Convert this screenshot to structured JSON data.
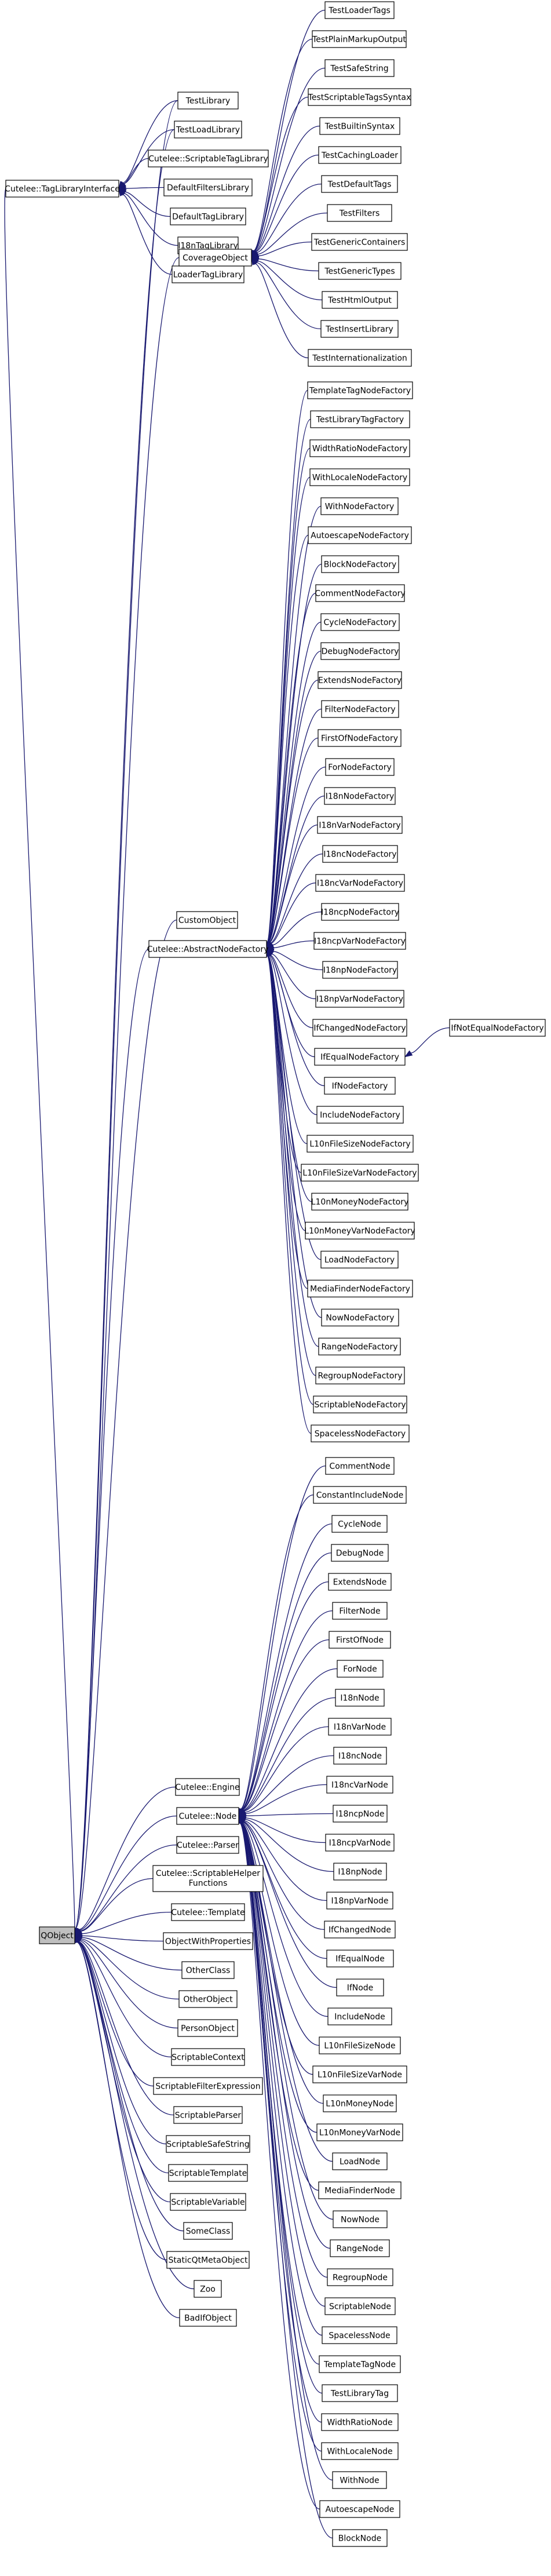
{
  "diagram": {
    "nodes": [
      {
        "id": "n0",
        "label": "Cutelee::TagLibraryInterface"
      },
      {
        "id": "n1",
        "label": "TestLibrary"
      },
      {
        "id": "n2",
        "label": "TestLoadLibrary"
      },
      {
        "id": "n3",
        "label": "Cutelee::ScriptableTagLibrary"
      },
      {
        "id": "n4",
        "label": "DefaultFiltersLibrary"
      },
      {
        "id": "n5",
        "label": "DefaultTagLibrary"
      },
      {
        "id": "n6",
        "label": "I18nTagLibrary"
      },
      {
        "id": "n7",
        "label": "LoaderTagLibrary"
      },
      {
        "id": "n8",
        "label": "CoverageObject"
      },
      {
        "id": "n9",
        "label": "TestLoaderTags"
      },
      {
        "id": "n10",
        "label": "TestPlainMarkupOutput"
      },
      {
        "id": "n11",
        "label": "TestSafeString"
      },
      {
        "id": "n12",
        "label": "TestScriptableTagsSyntax"
      },
      {
        "id": "n13",
        "label": "TestBuiltinSyntax"
      },
      {
        "id": "n14",
        "label": "TestCachingLoader"
      },
      {
        "id": "n15",
        "label": "TestDefaultTags"
      },
      {
        "id": "n16",
        "label": "TestFilters"
      },
      {
        "id": "n17",
        "label": "TestGenericContainers"
      },
      {
        "id": "n18",
        "label": "TestGenericTypes"
      },
      {
        "id": "n19",
        "label": "TestHtmlOutput"
      },
      {
        "id": "n20",
        "label": "TestInsertLibrary"
      },
      {
        "id": "n21",
        "label": "TestInternationalization"
      },
      {
        "id": "n22",
        "label": "CustomObject"
      },
      {
        "id": "n23",
        "label": "Cutelee::AbstractNodeFactory"
      },
      {
        "id": "n24",
        "label": "TemplateTagNodeFactory"
      },
      {
        "id": "n25",
        "label": "TestLibraryTagFactory"
      },
      {
        "id": "n26",
        "label": "WidthRatioNodeFactory"
      },
      {
        "id": "n27",
        "label": "WithLocaleNodeFactory"
      },
      {
        "id": "n28",
        "label": "WithNodeFactory"
      },
      {
        "id": "n29",
        "label": "AutoescapeNodeFactory"
      },
      {
        "id": "n30",
        "label": "BlockNodeFactory"
      },
      {
        "id": "n31",
        "label": "CommentNodeFactory"
      },
      {
        "id": "n32",
        "label": "CycleNodeFactory"
      },
      {
        "id": "n33",
        "label": "DebugNodeFactory"
      },
      {
        "id": "n34",
        "label": "ExtendsNodeFactory"
      },
      {
        "id": "n35",
        "label": "FilterNodeFactory"
      },
      {
        "id": "n36",
        "label": "FirstOfNodeFactory"
      },
      {
        "id": "n37",
        "label": "ForNodeFactory"
      },
      {
        "id": "n38",
        "label": "I18nNodeFactory"
      },
      {
        "id": "n39",
        "label": "I18nVarNodeFactory"
      },
      {
        "id": "n40",
        "label": "I18ncNodeFactory"
      },
      {
        "id": "n41",
        "label": "I18ncVarNodeFactory"
      },
      {
        "id": "n42",
        "label": "I18ncpNodeFactory"
      },
      {
        "id": "n43",
        "label": "I18ncpVarNodeFactory"
      },
      {
        "id": "n44",
        "label": "I18npNodeFactory"
      },
      {
        "id": "n45",
        "label": "I18npVarNodeFactory"
      },
      {
        "id": "n46",
        "label": "IfChangedNodeFactory"
      },
      {
        "id": "n47",
        "label": "IfEqualNodeFactory"
      },
      {
        "id": "n48",
        "label": "IfNotEqualNodeFactory"
      },
      {
        "id": "n49",
        "label": "IfNodeFactory"
      },
      {
        "id": "n50",
        "label": "IncludeNodeFactory"
      },
      {
        "id": "n51",
        "label": "L10nFileSizeNodeFactory"
      },
      {
        "id": "n52",
        "label": "L10nFileSizeVarNodeFactory"
      },
      {
        "id": "n53",
        "label": "L10nMoneyNodeFactory"
      },
      {
        "id": "n54",
        "label": "L10nMoneyVarNodeFactory"
      },
      {
        "id": "n55",
        "label": "LoadNodeFactory"
      },
      {
        "id": "n56",
        "label": "MediaFinderNodeFactory"
      },
      {
        "id": "n57",
        "label": "NowNodeFactory"
      },
      {
        "id": "n58",
        "label": "RangeNodeFactory"
      },
      {
        "id": "n59",
        "label": "RegroupNodeFactory"
      },
      {
        "id": "n60",
        "label": "ScriptableNodeFactory"
      },
      {
        "id": "n61",
        "label": "SpacelessNodeFactory"
      },
      {
        "id": "n62",
        "label": "QObject"
      },
      {
        "id": "n63",
        "label": "Cutelee::Engine"
      },
      {
        "id": "n64",
        "label": "Cutelee::Node"
      },
      {
        "id": "n65",
        "label": "Cutelee::Parser"
      },
      {
        "id": "n66",
        "label": "Cutelee::ScriptableHelper",
        "label2": "Functions"
      },
      {
        "id": "n67",
        "label": "Cutelee::Template"
      },
      {
        "id": "n68",
        "label": "ObjectWithProperties"
      },
      {
        "id": "n69",
        "label": "OtherClass"
      },
      {
        "id": "n70",
        "label": "OtherObject"
      },
      {
        "id": "n71",
        "label": "PersonObject"
      },
      {
        "id": "n72",
        "label": "ScriptableContext"
      },
      {
        "id": "n73",
        "label": "ScriptableFilterExpression"
      },
      {
        "id": "n74",
        "label": "ScriptableParser"
      },
      {
        "id": "n75",
        "label": "ScriptableSafeString"
      },
      {
        "id": "n76",
        "label": "ScriptableTemplate"
      },
      {
        "id": "n77",
        "label": "ScriptableVariable"
      },
      {
        "id": "n78",
        "label": "SomeClass"
      },
      {
        "id": "n79",
        "label": "StaticQtMetaObject"
      },
      {
        "id": "n80",
        "label": "Zoo"
      },
      {
        "id": "n81",
        "label": "BadIfObject"
      },
      {
        "id": "n82",
        "label": "CommentNode"
      },
      {
        "id": "n83",
        "label": "ConstantIncludeNode"
      },
      {
        "id": "n84",
        "label": "CycleNode"
      },
      {
        "id": "n85",
        "label": "DebugNode"
      },
      {
        "id": "n86",
        "label": "ExtendsNode"
      },
      {
        "id": "n87",
        "label": "FilterNode"
      },
      {
        "id": "n88",
        "label": "FirstOfNode"
      },
      {
        "id": "n89",
        "label": "ForNode"
      },
      {
        "id": "n90",
        "label": "I18nNode"
      },
      {
        "id": "n91",
        "label": "I18nVarNode"
      },
      {
        "id": "n92",
        "label": "I18ncNode"
      },
      {
        "id": "n93",
        "label": "I18ncVarNode"
      },
      {
        "id": "n94",
        "label": "I18ncpNode"
      },
      {
        "id": "n95",
        "label": "I18ncpVarNode"
      },
      {
        "id": "n96",
        "label": "I18npNode"
      },
      {
        "id": "n97",
        "label": "I18npVarNode"
      },
      {
        "id": "n98",
        "label": "IfChangedNode"
      },
      {
        "id": "n99",
        "label": "IfEqualNode"
      },
      {
        "id": "n100",
        "label": "IfNode"
      },
      {
        "id": "n101",
        "label": "IncludeNode"
      },
      {
        "id": "n102",
        "label": "L10nFileSizeNode"
      },
      {
        "id": "n103",
        "label": "L10nFileSizeVarNode"
      },
      {
        "id": "n104",
        "label": "L10nMoneyNode"
      },
      {
        "id": "n105",
        "label": "L10nMoneyVarNode"
      },
      {
        "id": "n106",
        "label": "LoadNode"
      },
      {
        "id": "n107",
        "label": "MediaFinderNode"
      },
      {
        "id": "n108",
        "label": "NowNode"
      },
      {
        "id": "n109",
        "label": "RangeNode"
      },
      {
        "id": "n110",
        "label": "RegroupNode"
      },
      {
        "id": "n111",
        "label": "ScriptableNode"
      },
      {
        "id": "n112",
        "label": "SpacelessNode"
      },
      {
        "id": "n113",
        "label": "TemplateTagNode"
      },
      {
        "id": "n114",
        "label": "TestLibraryTag"
      },
      {
        "id": "n115",
        "label": "WidthRatioNode"
      },
      {
        "id": "n116",
        "label": "WithLocaleNode"
      },
      {
        "id": "n117",
        "label": "WithNode"
      },
      {
        "id": "n118",
        "label": "AutoescapeNode"
      },
      {
        "id": "n119",
        "label": "BlockNode"
      }
    ],
    "edges": [
      {
        "from": "n1",
        "to": "n0"
      },
      {
        "from": "n2",
        "to": "n0"
      },
      {
        "from": "n3",
        "to": "n0"
      },
      {
        "from": "n4",
        "to": "n0"
      },
      {
        "from": "n5",
        "to": "n0"
      },
      {
        "from": "n6",
        "to": "n0"
      },
      {
        "from": "n7",
        "to": "n0"
      },
      {
        "from": "n9",
        "to": "n8"
      },
      {
        "from": "n10",
        "to": "n8"
      },
      {
        "from": "n11",
        "to": "n8"
      },
      {
        "from": "n12",
        "to": "n8"
      },
      {
        "from": "n13",
        "to": "n8"
      },
      {
        "from": "n14",
        "to": "n8"
      },
      {
        "from": "n15",
        "to": "n8"
      },
      {
        "from": "n16",
        "to": "n8"
      },
      {
        "from": "n17",
        "to": "n8"
      },
      {
        "from": "n18",
        "to": "n8"
      },
      {
        "from": "n19",
        "to": "n8"
      },
      {
        "from": "n20",
        "to": "n8"
      },
      {
        "from": "n21",
        "to": "n8"
      },
      {
        "from": "n24",
        "to": "n23"
      },
      {
        "from": "n25",
        "to": "n23"
      },
      {
        "from": "n26",
        "to": "n23"
      },
      {
        "from": "n27",
        "to": "n23"
      },
      {
        "from": "n28",
        "to": "n23"
      },
      {
        "from": "n29",
        "to": "n23"
      },
      {
        "from": "n30",
        "to": "n23"
      },
      {
        "from": "n31",
        "to": "n23"
      },
      {
        "from": "n32",
        "to": "n23"
      },
      {
        "from": "n33",
        "to": "n23"
      },
      {
        "from": "n34",
        "to": "n23"
      },
      {
        "from": "n35",
        "to": "n23"
      },
      {
        "from": "n36",
        "to": "n23"
      },
      {
        "from": "n37",
        "to": "n23"
      },
      {
        "from": "n38",
        "to": "n23"
      },
      {
        "from": "n39",
        "to": "n23"
      },
      {
        "from": "n40",
        "to": "n23"
      },
      {
        "from": "n41",
        "to": "n23"
      },
      {
        "from": "n42",
        "to": "n23"
      },
      {
        "from": "n43",
        "to": "n23"
      },
      {
        "from": "n44",
        "to": "n23"
      },
      {
        "from": "n45",
        "to": "n23"
      },
      {
        "from": "n46",
        "to": "n23"
      },
      {
        "from": "n47",
        "to": "n23"
      },
      {
        "from": "n48",
        "to": "n47"
      },
      {
        "from": "n49",
        "to": "n23"
      },
      {
        "from": "n50",
        "to": "n23"
      },
      {
        "from": "n51",
        "to": "n23"
      },
      {
        "from": "n52",
        "to": "n23"
      },
      {
        "from": "n53",
        "to": "n23"
      },
      {
        "from": "n54",
        "to": "n23"
      },
      {
        "from": "n55",
        "to": "n23"
      },
      {
        "from": "n56",
        "to": "n23"
      },
      {
        "from": "n57",
        "to": "n23"
      },
      {
        "from": "n58",
        "to": "n23"
      },
      {
        "from": "n59",
        "to": "n23"
      },
      {
        "from": "n60",
        "to": "n23"
      },
      {
        "from": "n61",
        "to": "n23"
      },
      {
        "from": "n0",
        "to": "n62"
      },
      {
        "from": "n1",
        "to": "n62"
      },
      {
        "from": "n2",
        "to": "n62"
      },
      {
        "from": "n8",
        "to": "n62"
      },
      {
        "from": "n22",
        "to": "n62"
      },
      {
        "from": "n23",
        "to": "n62"
      },
      {
        "from": "n63",
        "to": "n62"
      },
      {
        "from": "n64",
        "to": "n62"
      },
      {
        "from": "n65",
        "to": "n62"
      },
      {
        "from": "n66",
        "to": "n62"
      },
      {
        "from": "n67",
        "to": "n62"
      },
      {
        "from": "n68",
        "to": "n62"
      },
      {
        "from": "n69",
        "to": "n62"
      },
      {
        "from": "n70",
        "to": "n62"
      },
      {
        "from": "n71",
        "to": "n62"
      },
      {
        "from": "n72",
        "to": "n62"
      },
      {
        "from": "n73",
        "to": "n62"
      },
      {
        "from": "n74",
        "to": "n62"
      },
      {
        "from": "n75",
        "to": "n62"
      },
      {
        "from": "n76",
        "to": "n62"
      },
      {
        "from": "n77",
        "to": "n62"
      },
      {
        "from": "n78",
        "to": "n62"
      },
      {
        "from": "n79",
        "to": "n62"
      },
      {
        "from": "n80",
        "to": "n62"
      },
      {
        "from": "n81",
        "to": "n62"
      },
      {
        "from": "n82",
        "to": "n64"
      },
      {
        "from": "n83",
        "to": "n64"
      },
      {
        "from": "n84",
        "to": "n64"
      },
      {
        "from": "n85",
        "to": "n64"
      },
      {
        "from": "n86",
        "to": "n64"
      },
      {
        "from": "n87",
        "to": "n64"
      },
      {
        "from": "n88",
        "to": "n64"
      },
      {
        "from": "n89",
        "to": "n64"
      },
      {
        "from": "n90",
        "to": "n64"
      },
      {
        "from": "n91",
        "to": "n64"
      },
      {
        "from": "n92",
        "to": "n64"
      },
      {
        "from": "n93",
        "to": "n64"
      },
      {
        "from": "n94",
        "to": "n64"
      },
      {
        "from": "n95",
        "to": "n64"
      },
      {
        "from": "n96",
        "to": "n64"
      },
      {
        "from": "n97",
        "to": "n64"
      },
      {
        "from": "n98",
        "to": "n64"
      },
      {
        "from": "n99",
        "to": "n64"
      },
      {
        "from": "n100",
        "to": "n64"
      },
      {
        "from": "n101",
        "to": "n64"
      },
      {
        "from": "n102",
        "to": "n64"
      },
      {
        "from": "n103",
        "to": "n64"
      },
      {
        "from": "n104",
        "to": "n64"
      },
      {
        "from": "n105",
        "to": "n64"
      },
      {
        "from": "n106",
        "to": "n64"
      },
      {
        "from": "n107",
        "to": "n64"
      },
      {
        "from": "n108",
        "to": "n64"
      },
      {
        "from": "n109",
        "to": "n64"
      },
      {
        "from": "n110",
        "to": "n64"
      },
      {
        "from": "n111",
        "to": "n64"
      },
      {
        "from": "n112",
        "to": "n64"
      },
      {
        "from": "n113",
        "to": "n64"
      },
      {
        "from": "n114",
        "to": "n64"
      },
      {
        "from": "n115",
        "to": "n64"
      },
      {
        "from": "n116",
        "to": "n64"
      },
      {
        "from": "n117",
        "to": "n64"
      },
      {
        "from": "n118",
        "to": "n64"
      },
      {
        "from": "n119",
        "to": "n64"
      }
    ]
  }
}
